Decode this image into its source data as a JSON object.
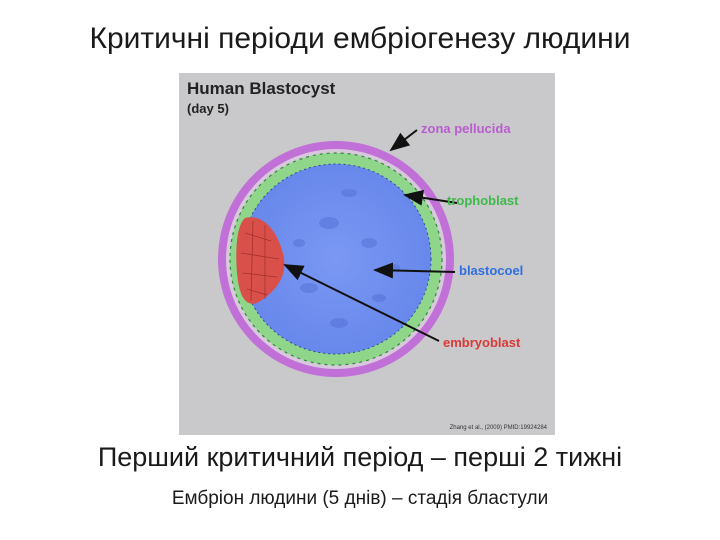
{
  "slide": {
    "title": "Критичні періоди ембріогенезу людини",
    "caption": "Перший критичний період – перші 2 тижні",
    "subcaption": "Ембріон людини (5 днів) – стадія бластули"
  },
  "figure": {
    "title": "Human Blastocyst",
    "subtitle": "(day 5)",
    "labels": {
      "zona_pellucida": "zona pellucida",
      "trophoblast": "trophoblast",
      "blastocoel": "blastocoel",
      "embryoblast": "embryoblast"
    },
    "credit": "Zhang et al., (2009) PMID:19924284",
    "colors": {
      "background": "#c9c9cb",
      "zona_pellucida": "#c070d6",
      "trophoblast": "#8fd68a",
      "blastocoel": "#6f8ff0",
      "embryoblast": "#d9504a",
      "label_zona": "#b85cd0",
      "label_trophoblast": "#3fb84a",
      "label_blastocoel": "#2f6fe0",
      "label_embryoblast": "#d93a36"
    }
  }
}
